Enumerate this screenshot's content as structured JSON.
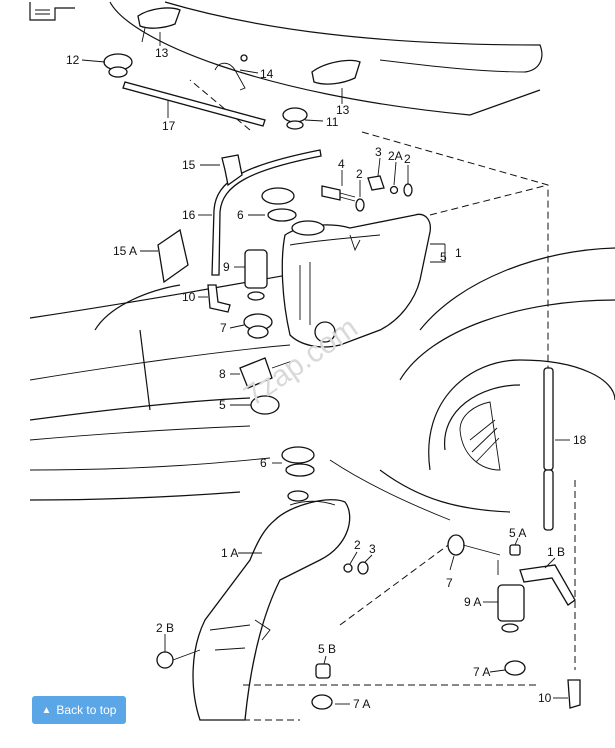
{
  "watermark": "7zap.com",
  "labels": {
    "l12": "12",
    "l13a": "13",
    "l14": "14",
    "l13b": "13",
    "l17": "17",
    "l11": "11",
    "l15": "15",
    "l4": "4",
    "l2a": "2",
    "l3a": "3",
    "l2A": "2A",
    "l2b": "2",
    "l6a": "6",
    "l16": "16",
    "l15A": "15 A",
    "l5a": "5",
    "l1": "1",
    "l9": "9",
    "l10a": "10",
    "l7a": "7",
    "l8": "8",
    "l5b": "5",
    "l18": "18",
    "l6b": "6",
    "l1A": "1 A",
    "l2c": "2",
    "l3b": "3",
    "l5A": "5 A",
    "l1B": "1 B",
    "l7b": "7",
    "l9A": "9 A",
    "l2B": "2 B",
    "l5B": "5 B",
    "l7A1": "7 A",
    "l7A2": "7 A",
    "l10b": "10"
  },
  "nav": {
    "back_to_top": "Back to top",
    "arrow_icon": "up-arrow"
  }
}
